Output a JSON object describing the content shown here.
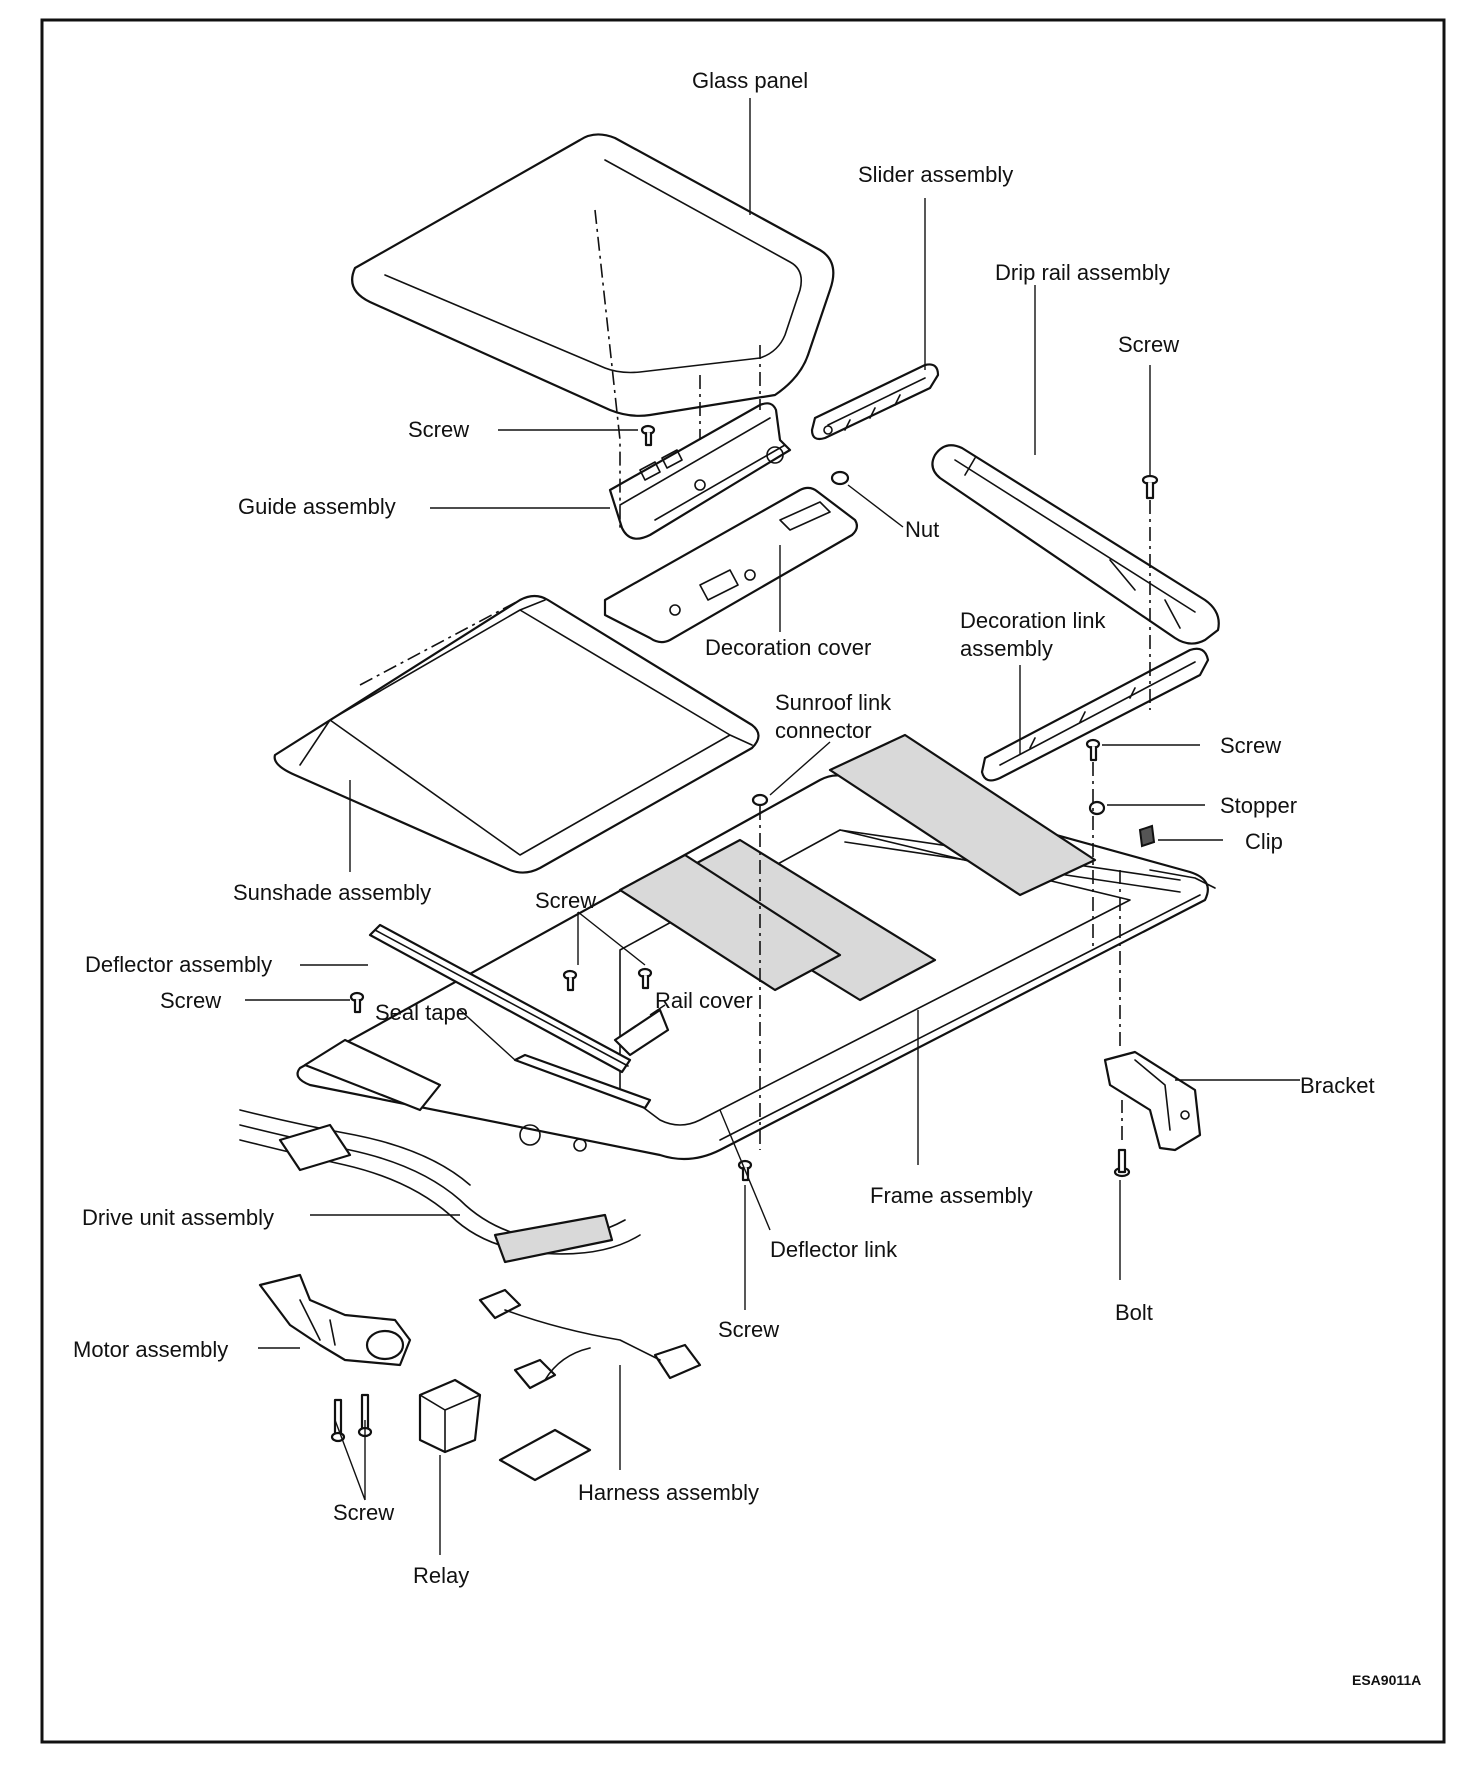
{
  "labels": {
    "glass_panel": "Glass panel",
    "slider_assembly": "Slider assembly",
    "drip_rail_assembly": "Drip rail assembly",
    "screw": "Screw",
    "guide_assembly": "Guide assembly",
    "nut": "Nut",
    "decoration_cover": "Decoration cover",
    "decoration_link_line1": "Decoration link",
    "decoration_link_line2": "assembly",
    "sunroof_link_line1": "Sunroof link",
    "sunroof_link_line2": "connector",
    "stopper": "Stopper",
    "clip": "Clip",
    "sunshade_assembly": "Sunshade assembly",
    "deflector_assembly": "Deflector assembly",
    "seal_tape": "Seal tape",
    "rail_cover": "Rail cover",
    "bracket": "Bracket",
    "frame_assembly": "Frame assembly",
    "drive_unit_assembly": "Drive unit assembly",
    "deflector_link": "Deflector link",
    "bolt": "Bolt",
    "motor_assembly": "Motor assembly",
    "harness_assembly": "Harness assembly",
    "relay": "Relay"
  },
  "figure_code": "ESA9011A"
}
